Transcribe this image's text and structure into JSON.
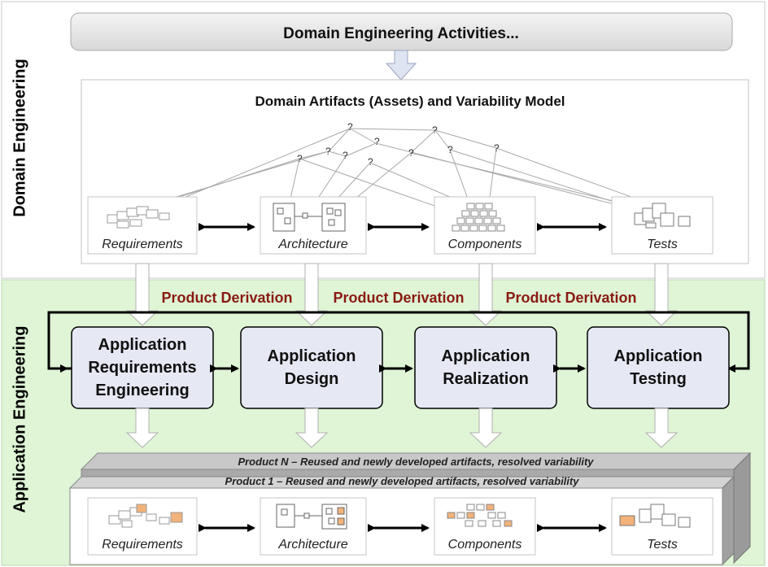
{
  "domain_section": {
    "side_label": "Domain Engineering",
    "activities_label": "Domain Engineering Activities...",
    "artifacts_title": "Domain Artifacts (Assets) and Variability Model",
    "variation_point_symbol": "?",
    "artifacts": [
      "Requirements",
      "Architecture",
      "Components",
      "Tests"
    ]
  },
  "application_section": {
    "side_label": "Application Engineering",
    "derivation_label": "Product Derivation",
    "processes": [
      {
        "line1": "Application",
        "line2": "Requirements",
        "line3": "Engineering"
      },
      {
        "line1": "Application",
        "line2": "Design",
        "line3": ""
      },
      {
        "line1": "Application",
        "line2": "Realization",
        "line3": ""
      },
      {
        "line1": "Application",
        "line2": "Testing",
        "line3": ""
      }
    ],
    "product_n_label": "Product N – Reused and newly developed artifacts, resolved variability",
    "product_1_label": "Product 1 – Reused and newly developed artifacts, resolved variability",
    "product_artifacts": [
      "Requirements",
      "Architecture",
      "Components",
      "Tests"
    ]
  },
  "colors": {
    "domain_bg": "#ffffff",
    "application_bg": "#dff5d6",
    "process_box": "#e6e8f4",
    "derivation_text": "#8a1a12",
    "highlight": "#f2b27a",
    "activities_bar": "#e8e8e8"
  }
}
